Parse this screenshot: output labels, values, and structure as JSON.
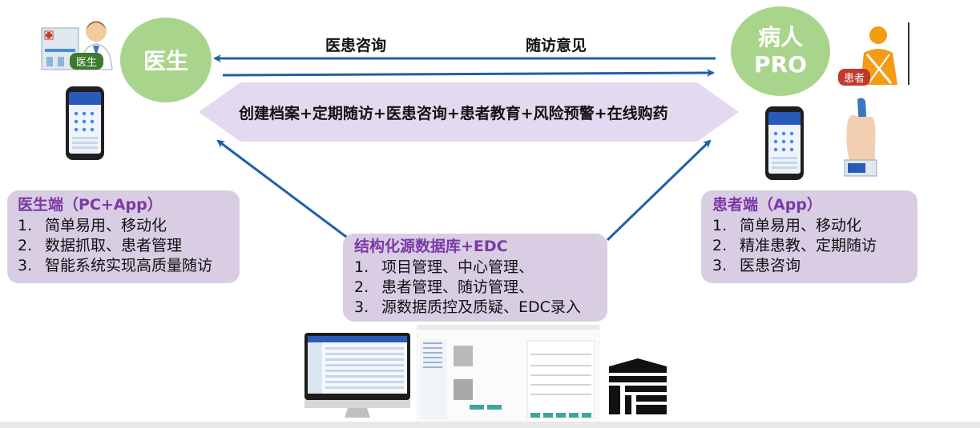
{
  "nodes": {
    "doctor": {
      "label": "医生",
      "badge": "医生"
    },
    "patient": {
      "label_line1": "病人",
      "label_line2": "PRO",
      "badge": "患者"
    }
  },
  "arrows": {
    "top_left_label": "医患咨询",
    "top_right_label": "随访意见"
  },
  "banner": {
    "text": "创建档案+定期随访+医患咨询+患者教育+风险预警+在线购药"
  },
  "doctor_box": {
    "title": "医生端（PC+App）",
    "items": [
      {
        "num": "1.",
        "text": "简单易用、移动化"
      },
      {
        "num": "2.",
        "text": "数据抓取、患者管理"
      },
      {
        "num": "3.",
        "text": "智能系统实现高质量随访"
      }
    ]
  },
  "patient_box": {
    "title": "患者端（App）",
    "items": [
      {
        "num": "1.",
        "text": "简单易用、移动化"
      },
      {
        "num": "2.",
        "text": "精准患教、定期随访"
      },
      {
        "num": "3.",
        "text": "医患咨询"
      }
    ]
  },
  "center_box": {
    "title": "结构化源数据库+EDC",
    "items": [
      {
        "num": "1.",
        "text": "项目管理、中心管理、"
      },
      {
        "num": "2.",
        "text": "患者管理、随访管理、"
      },
      {
        "num": "3.",
        "text": "源数据质控及质疑、EDC录入"
      }
    ]
  },
  "colors": {
    "node_green": "#a9d48b",
    "arrow_blue": "#1f5fa8",
    "banner_lavender": "#e3d9f0",
    "box_lavender": "#d9cde3",
    "title_purple": "#7a3aa6",
    "badge_green": "#3d7a2e",
    "badge_red": "#c0392b",
    "patient_orange": "#f39c12"
  },
  "icons": {
    "hospital": "hospital-doctor-icon",
    "patient": "patient-figure-icon",
    "phone": "mobile-app-icon",
    "oximeter": "pulse-oximeter-icon",
    "monitor": "desktop-monitor-icon",
    "documents": "edc-documents-icon",
    "scanner": "scanner-icon"
  }
}
